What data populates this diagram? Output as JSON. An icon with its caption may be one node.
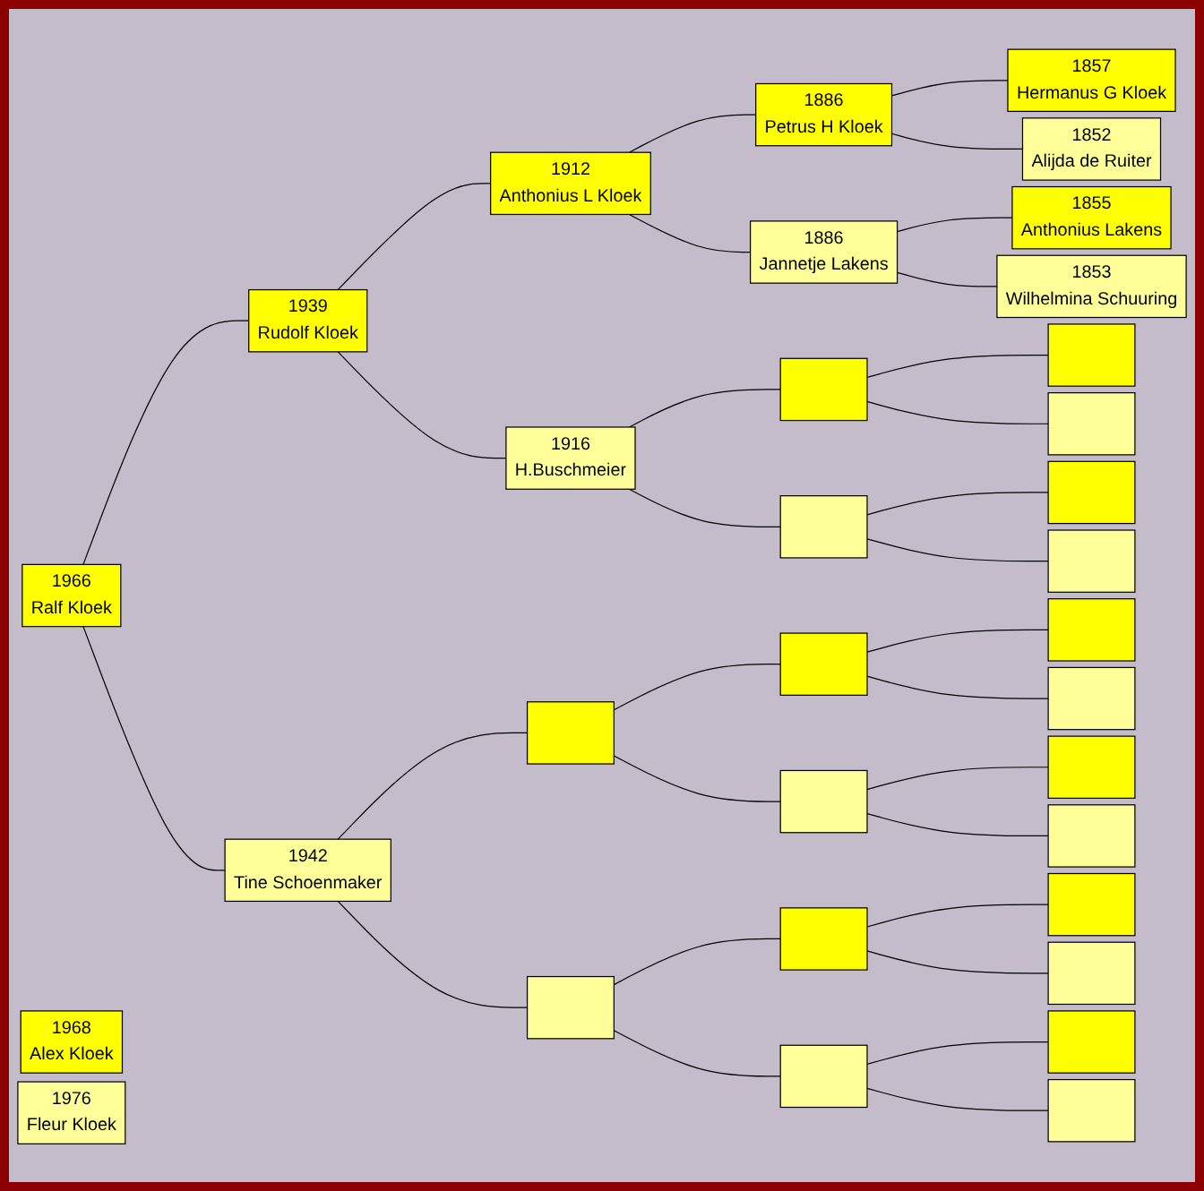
{
  "diagram": {
    "nodes": [
      {
        "text": [
          "1966",
          "Ralf Kloek"
        ]
      },
      {
        "text": [
          "1968",
          "Alex Kloek"
        ]
      },
      {
        "text": [
          "1976",
          "Fleur Kloek"
        ]
      },
      {
        "text": [
          "1939",
          "Rudolf Kloek"
        ]
      },
      {
        "text": [
          "1942",
          "Tine Schoenmaker"
        ]
      },
      {
        "text": [
          "1912",
          "Anthonius L Kloek"
        ]
      },
      {
        "text": [
          "1916",
          "H.Buschmeier"
        ]
      },
      {
        "text": [],
        "shape": "box"
      },
      {
        "text": [],
        "shape": "box"
      },
      {
        "text": [
          "1886",
          "Petrus H Kloek"
        ]
      },
      {
        "text": [
          "1886",
          "Jannetje Lakens"
        ]
      },
      {
        "text": [],
        "shape": "box"
      },
      {
        "text": [],
        "shape": "box"
      },
      {
        "text": [],
        "shape": "box"
      },
      {
        "text": [],
        "shape": "box"
      },
      {
        "text": [],
        "shape": "box"
      },
      {
        "text": [],
        "shape": "box"
      },
      {
        "text": [
          "1857",
          "Hermanus G Kloek"
        ]
      },
      {
        "text": [
          "1852",
          "Alijda de Ruiter"
        ]
      },
      {
        "text": [
          "1855",
          "Anthonius Lakens"
        ]
      },
      {
        "text": [
          "1853",
          "Wilhelmina Schuuring"
        ]
      },
      {
        "text": [],
        "shape": "box"
      },
      {
        "text": [],
        "shape": "box"
      },
      {
        "text": [],
        "shape": "box"
      },
      {
        "text": [],
        "shape": "box"
      },
      {
        "text": [],
        "shape": "box"
      },
      {
        "text": [],
        "shape": "box"
      },
      {
        "text": [],
        "shape": "box"
      },
      {
        "text": [],
        "shape": "box"
      },
      {
        "text": [],
        "shape": "box"
      },
      {
        "text": [],
        "shape": "box"
      },
      {
        "text": [],
        "shape": "box"
      },
      {
        "text": [],
        "shape": "box"
      }
    ],
    "edges": [
      {
        "from": 0,
        "to": 3,
        "arrow": "none"
      },
      {
        "from": 0,
        "to": 4,
        "arrow": "none"
      },
      {
        "from": 3,
        "to": 5,
        "arrow": "none"
      },
      {
        "from": 3,
        "to": 6,
        "arrow": "none"
      },
      {
        "from": 4,
        "to": 7,
        "arrow": "none"
      },
      {
        "from": 4,
        "to": 8,
        "arrow": "none"
      },
      {
        "from": 5,
        "to": 9,
        "arrow": "none"
      },
      {
        "from": 5,
        "to": 10,
        "arrow": "none"
      },
      {
        "from": 6,
        "to": 11,
        "arrow": "none"
      },
      {
        "from": 6,
        "to": 12,
        "arrow": "none"
      },
      {
        "from": 7,
        "to": 13,
        "arrow": "none"
      },
      {
        "from": 7,
        "to": 14,
        "arrow": "none"
      },
      {
        "from": 8,
        "to": 15,
        "arrow": "none"
      },
      {
        "from": 8,
        "to": 16,
        "arrow": "none"
      },
      {
        "from": 9,
        "to": 17,
        "arrow": "none"
      },
      {
        "from": 9,
        "to": 18,
        "arrow": "none"
      },
      {
        "from": 10,
        "to": 19,
        "arrow": "none"
      },
      {
        "from": 10,
        "to": 20,
        "arrow": "none"
      },
      {
        "from": 11,
        "to": 21,
        "arrow": "none"
      },
      {
        "from": 11,
        "to": 22,
        "arrow": "none"
      },
      {
        "from": 12,
        "to": 23,
        "arrow": "none"
      },
      {
        "from": 12,
        "to": 24,
        "arrow": "none"
      },
      {
        "from": 13,
        "to": 25,
        "arrow": "none"
      },
      {
        "from": 13,
        "to": 26,
        "arrow": "none"
      },
      {
        "from": 14,
        "to": 27,
        "arrow": "none"
      },
      {
        "from": 14,
        "to": 28,
        "arrow": "none"
      },
      {
        "from": 15,
        "to": 29,
        "arrow": "none"
      },
      {
        "from": 15,
        "to": 30,
        "arrow": "none"
      },
      {
        "from": 16,
        "to": 31,
        "arrow": "none"
      },
      {
        "from": 16,
        "to": 32,
        "arrow": "none"
      }
    ]
  }
}
